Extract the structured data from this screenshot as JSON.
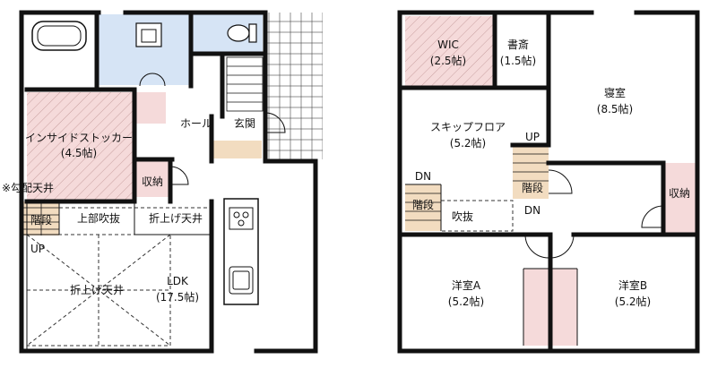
{
  "floor1": {
    "rooms": {
      "inside_storage": {
        "name": "インサイドストッカー",
        "size": "(4.5帖)"
      },
      "hall": "ホール",
      "entrance": "玄関",
      "closet": "収納",
      "stairs": "階段",
      "upper_void": "上部吹抜",
      "raised_ceiling_top": "折上げ天井",
      "raised_ceiling_bottom": "折上げ天井",
      "ldk": {
        "name": "LDK",
        "size": "(17.5帖)"
      },
      "stairs_direction": "UP"
    },
    "note": "※勾配天井"
  },
  "floor2": {
    "rooms": {
      "wic": {
        "name": "WIC",
        "size": "(2.5帖)"
      },
      "study": {
        "name": "書斎",
        "size": "(1.5帖)"
      },
      "bedroom": {
        "name": "寝室",
        "size": "(8.5帖)"
      },
      "skip_floor": {
        "name": "スキップフロア",
        "size": "(5.2帖)"
      },
      "up_label": "UP",
      "stairs_right": "階段",
      "dn_left": "DN",
      "stairs_left": "階段",
      "void": "吹抜",
      "dn_right": "DN",
      "closet": "収納",
      "room_a": {
        "name": "洋室A",
        "size": "(5.2帖)"
      },
      "room_b": {
        "name": "洋室B",
        "size": "(5.2帖)"
      }
    }
  },
  "colors": {
    "pink": "#f5dada",
    "blue": "#d6e4f5",
    "wall": "#111111",
    "stair": "#f2dcc0"
  }
}
